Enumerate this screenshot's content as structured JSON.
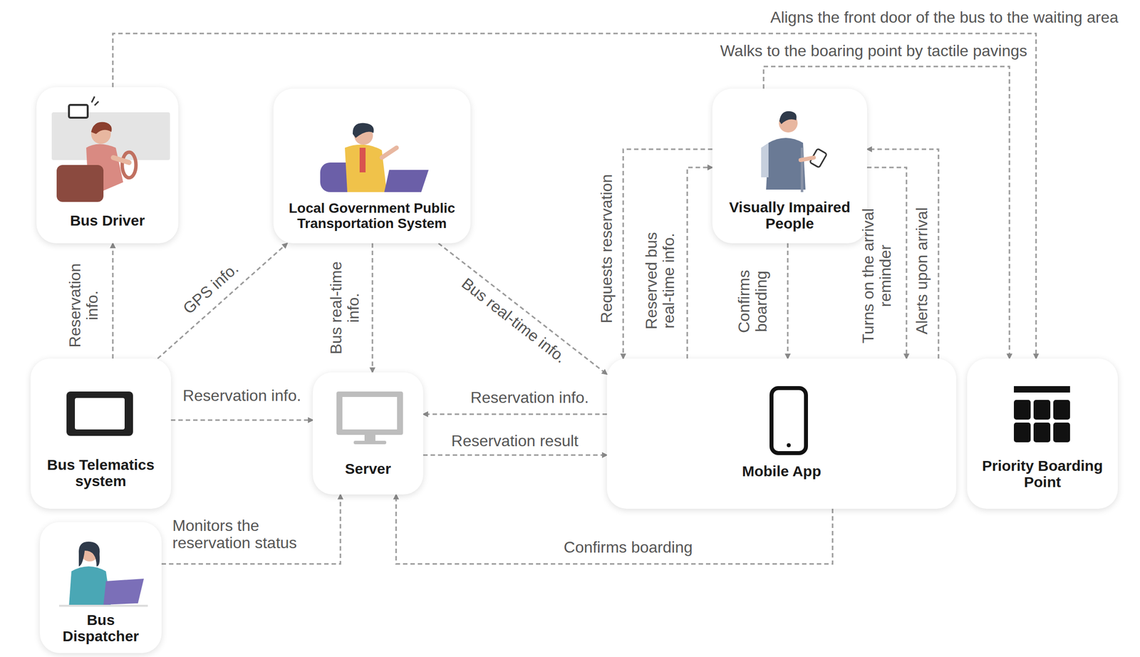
{
  "diagram": {
    "nodes": [
      {
        "text": [
          "Bus Driver"
        ]
      },
      {
        "text": [
          "Local Government Public Transportation System"
        ]
      },
      {
        "text": [
          "Visually Impaired People"
        ]
      },
      {
        "text": [
          "Bus Telematics system"
        ]
      },
      {
        "text": [
          "Server"
        ]
      },
      {
        "text": [
          "Mobile App"
        ]
      },
      {
        "text": [
          "Priority Boarding Point"
        ]
      },
      {
        "text": [
          "Bus Dispatcher"
        ]
      }
    ],
    "edges": [
      {
        "from": 0,
        "to": 6,
        "label": "Aligns the front door of the bus to the waiting area",
        "arrow": "to"
      },
      {
        "from": 2,
        "to": 6,
        "label": "Walks to the boaring point by tactile pavings",
        "arrow": "to"
      },
      {
        "from": 3,
        "to": 0,
        "label": "Reservation info.",
        "arrow": "to"
      },
      {
        "from": 3,
        "to": 1,
        "label": "GPS info.",
        "arrow": "to"
      },
      {
        "from": 1,
        "to": 4,
        "label": "Bus real-time info.",
        "arrow": "to"
      },
      {
        "from": 1,
        "to": 5,
        "label": "Bus real-time info.",
        "arrow": "to"
      },
      {
        "from": 3,
        "to": 4,
        "label": "Reservation info.",
        "arrow": "to"
      },
      {
        "from": 5,
        "to": 4,
        "label": "Reservation info.",
        "arrow": "to"
      },
      {
        "from": 4,
        "to": 5,
        "label": "Reservation result",
        "arrow": "to"
      },
      {
        "from": 7,
        "to": 4,
        "label": "Monitors the reservation status",
        "arrow": "to"
      },
      {
        "from": 5,
        "to": 4,
        "label": "Confirms boarding",
        "arrow": "to"
      },
      {
        "from": 2,
        "to": 5,
        "label": "Requests reservation",
        "arrow": "to"
      },
      {
        "from": 5,
        "to": 2,
        "label": "Reserved bus real-time info.",
        "arrow": "to"
      },
      {
        "from": 2,
        "to": 5,
        "label": "Confirms boarding",
        "arrow": "to"
      },
      {
        "from": 2,
        "to": 5,
        "label": "Turns on the arrival reminder",
        "arrow": "to"
      },
      {
        "from": 5,
        "to": 2,
        "label": "Alerts upon arrival",
        "arrow": "to"
      }
    ]
  }
}
